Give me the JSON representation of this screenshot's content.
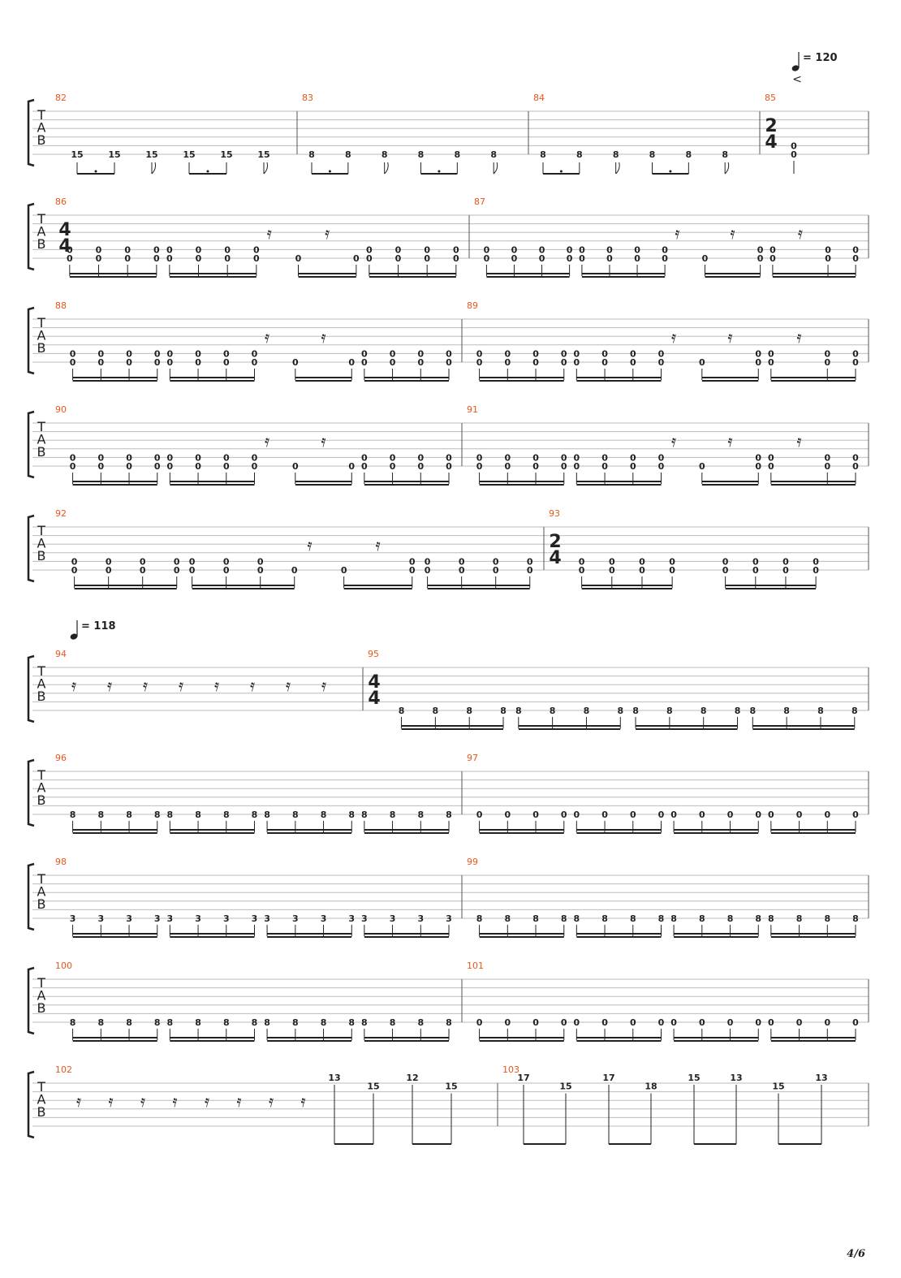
{
  "page_number": "4/6",
  "string_letters": [
    "T",
    "A",
    "B"
  ],
  "colors": {
    "measure_number": "#e8571c",
    "staff_line": "#bbbbbb",
    "ink": "#222222"
  },
  "systems": [
    {
      "tempo": "120",
      "tempo_mark": "<",
      "measures": [
        {
          "number": "82",
          "time_sig": null,
          "events": [
            {
              "s6": "15",
              "dot": true
            },
            {
              "s6": "15"
            },
            {
              "s6": "15",
              "flag": true
            },
            {
              "s6": "15",
              "dot": true
            },
            {
              "s6": "15"
            },
            {
              "s6": "15",
              "flag": true
            }
          ]
        },
        {
          "number": "83",
          "time_sig": null,
          "events": [
            {
              "s6": "8",
              "dot": true
            },
            {
              "s6": "8"
            },
            {
              "s6": "8",
              "flag": true
            },
            {
              "s6": "8",
              "dot": true
            },
            {
              "s6": "8"
            },
            {
              "s6": "8",
              "flag": true
            }
          ]
        },
        {
          "number": "84",
          "time_sig": null,
          "events": [
            {
              "s6": "8",
              "dot": true
            },
            {
              "s6": "8"
            },
            {
              "s6": "8",
              "flag": true
            },
            {
              "s6": "8",
              "dot": true
            },
            {
              "s6": "8"
            },
            {
              "s6": "8",
              "flag": true
            }
          ]
        },
        {
          "number": "85",
          "time_sig": [
            "2",
            "4"
          ],
          "events": [
            {
              "s5": "0",
              "s6": "0"
            }
          ]
        }
      ]
    },
    {
      "measures": [
        {
          "number": "86",
          "time_sig": [
            "4",
            "4"
          ],
          "events": [
            "55",
            "55",
            "55",
            "55",
            "55",
            "55",
            "55",
            "55",
            "r",
            "6",
            "r",
            "6",
            "55",
            "55",
            "55",
            "55"
          ]
        },
        {
          "number": "87",
          "time_sig": null,
          "events": [
            "55",
            "55",
            "55",
            "55",
            "55",
            "55",
            "55",
            "55",
            "r",
            "6",
            "r",
            "55",
            "55",
            "r",
            "55",
            "55"
          ]
        }
      ]
    },
    {
      "measures": [
        {
          "number": "88",
          "time_sig": null,
          "events": [
            "55",
            "55",
            "55",
            "55",
            "55",
            "55",
            "55",
            "55",
            "r",
            "6",
            "r",
            "6",
            "55",
            "55",
            "55",
            "55"
          ]
        },
        {
          "number": "89",
          "time_sig": null,
          "events": [
            "55",
            "55",
            "55",
            "55",
            "55",
            "55",
            "55",
            "55",
            "r",
            "6",
            "r",
            "55",
            "55",
            "r",
            "55",
            "55"
          ]
        }
      ]
    },
    {
      "measures": [
        {
          "number": "90",
          "time_sig": null,
          "events": [
            "55",
            "55",
            "55",
            "55",
            "55",
            "55",
            "55",
            "55",
            "r",
            "6",
            "r",
            "6",
            "55",
            "55",
            "55",
            "55"
          ]
        },
        {
          "number": "91",
          "time_sig": null,
          "events": [
            "55",
            "55",
            "55",
            "55",
            "55",
            "55",
            "55",
            "55",
            "r",
            "6",
            "r",
            "55",
            "55",
            "r",
            "55",
            "55"
          ]
        }
      ]
    },
    {
      "measures": [
        {
          "number": "92",
          "time_sig": null,
          "events": [
            "55",
            "55",
            "55",
            "55",
            "55",
            "55",
            "55",
            "6",
            "r",
            "6",
            "r",
            "55",
            "55",
            "55",
            "55",
            "55"
          ]
        },
        {
          "number": "93",
          "time_sig": [
            "2",
            "4"
          ],
          "events": [
            "55",
            "55",
            "55",
            "55",
            "55",
            "55",
            "55",
            "55"
          ]
        }
      ]
    },
    {
      "tempo": "118",
      "measures": [
        {
          "number": "94",
          "time_sig": null,
          "events": [
            "r",
            "r",
            "r",
            "r",
            "r",
            "r",
            "r",
            "r"
          ]
        },
        {
          "number": "95",
          "time_sig": [
            "4",
            "4"
          ],
          "fret": "8",
          "events": [
            "6",
            "6",
            "6",
            "6",
            "6",
            "6",
            "6",
            "6",
            "6",
            "6",
            "6",
            "6",
            "6",
            "6",
            "6",
            "6"
          ]
        }
      ]
    },
    {
      "measures": [
        {
          "number": "96",
          "time_sig": null,
          "fret": "8",
          "events": [
            "6",
            "6",
            "6",
            "6",
            "6",
            "6",
            "6",
            "6",
            "6",
            "6",
            "6",
            "6",
            "6",
            "6",
            "6",
            "6"
          ]
        },
        {
          "number": "97",
          "time_sig": null,
          "fret": "0",
          "events": [
            "6",
            "6",
            "6",
            "6",
            "6",
            "6",
            "6",
            "6",
            "6",
            "6",
            "6",
            "6",
            "6",
            "6",
            "6",
            "6"
          ]
        }
      ]
    },
    {
      "measures": [
        {
          "number": "98",
          "time_sig": null,
          "fret": "3",
          "events": [
            "6",
            "6",
            "6",
            "6",
            "6",
            "6",
            "6",
            "6",
            "6",
            "6",
            "6",
            "6",
            "6",
            "6",
            "6",
            "6"
          ]
        },
        {
          "number": "99",
          "time_sig": null,
          "fret": "8",
          "events": [
            "6",
            "6",
            "6",
            "6",
            "6",
            "6",
            "6",
            "6",
            "6",
            "6",
            "6",
            "6",
            "6",
            "6",
            "6",
            "6"
          ]
        }
      ]
    },
    {
      "measures": [
        {
          "number": "100",
          "time_sig": null,
          "fret": "8",
          "events": [
            "6",
            "6",
            "6",
            "6",
            "6",
            "6",
            "6",
            "6",
            "6",
            "6",
            "6",
            "6",
            "6",
            "6",
            "6",
            "6"
          ]
        },
        {
          "number": "101",
          "time_sig": null,
          "fret": "0",
          "events": [
            "6",
            "6",
            "6",
            "6",
            "6",
            "6",
            "6",
            "6",
            "6",
            "6",
            "6",
            "6",
            "6",
            "6",
            "6",
            "6"
          ]
        }
      ]
    },
    {
      "measures": [
        {
          "number": "102",
          "time_sig": null,
          "rests": [
            "r",
            "r",
            "r",
            "r",
            "r",
            "r",
            "r",
            "r"
          ],
          "notes": [
            {
              "s1": "13"
            },
            {
              "s2": "15"
            },
            {
              "s1": "12"
            },
            {
              "s2": "15"
            }
          ]
        },
        {
          "number": "103",
          "time_sig": null,
          "notes": [
            {
              "s1": "17"
            },
            {
              "s2": "15"
            },
            {
              "s1": "17"
            },
            {
              "s2": "18"
            },
            {
              "s1": "15"
            },
            {
              "s1": "13"
            },
            {
              "s2": "15"
            },
            {
              "s1": "13"
            }
          ]
        }
      ]
    }
  ]
}
